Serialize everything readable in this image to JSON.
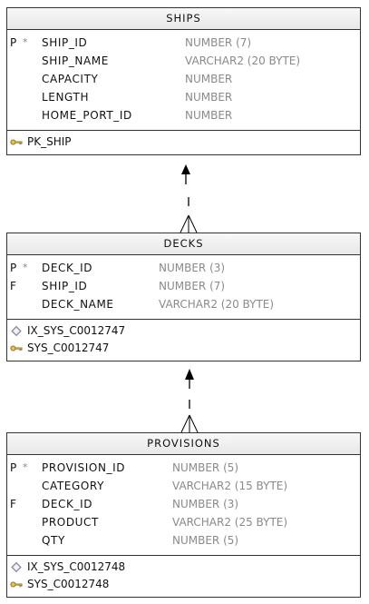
{
  "tables": [
    {
      "id": "ships",
      "name": "SHIPS",
      "columns": [
        {
          "key": "P",
          "mandatory": "*",
          "name": "SHIP_ID",
          "type": "NUMBER (7)"
        },
        {
          "key": "",
          "mandatory": "",
          "name": "SHIP_NAME",
          "type": "VARCHAR2 (20 BYTE)"
        },
        {
          "key": "",
          "mandatory": "",
          "name": "CAPACITY",
          "type": "NUMBER"
        },
        {
          "key": "",
          "mandatory": "",
          "name": "LENGTH",
          "type": "NUMBER"
        },
        {
          "key": "",
          "mandatory": "",
          "name": "HOME_PORT_ID",
          "type": "NUMBER"
        }
      ],
      "keys": [
        {
          "icon": "primary-key-icon",
          "name": "PK_SHIP"
        }
      ]
    },
    {
      "id": "decks",
      "name": "DECKS",
      "columns": [
        {
          "key": "P",
          "mandatory": "*",
          "name": "DECK_ID",
          "type": "NUMBER (3)"
        },
        {
          "key": "F",
          "mandatory": "",
          "name": "SHIP_ID",
          "type": "NUMBER (7)"
        },
        {
          "key": "",
          "mandatory": "",
          "name": "DECK_NAME",
          "type": "VARCHAR2 (20 BYTE)"
        }
      ],
      "keys": [
        {
          "icon": "index-icon",
          "name": "IX_SYS_C0012747"
        },
        {
          "icon": "primary-key-icon",
          "name": "SYS_C0012747"
        }
      ]
    },
    {
      "id": "provisions",
      "name": "PROVISIONS",
      "columns": [
        {
          "key": "P",
          "mandatory": "*",
          "name": "PROVISION_ID",
          "type": "NUMBER (5)"
        },
        {
          "key": "",
          "mandatory": "",
          "name": "CATEGORY",
          "type": "VARCHAR2 (15 BYTE)"
        },
        {
          "key": "F",
          "mandatory": "",
          "name": "DECK_ID",
          "type": "NUMBER (3)"
        },
        {
          "key": "",
          "mandatory": "",
          "name": "PRODUCT",
          "type": "VARCHAR2 (25 BYTE)"
        },
        {
          "key": "",
          "mandatory": "",
          "name": "QTY",
          "type": "NUMBER (5)"
        }
      ],
      "keys": [
        {
          "icon": "index-icon",
          "name": "IX_SYS_C0012748"
        },
        {
          "icon": "primary-key-icon",
          "name": "SYS_C0012748"
        }
      ]
    }
  ],
  "relationships": [
    {
      "from": "DECKS",
      "to": "SHIPS",
      "cardinality": "many-to-one"
    },
    {
      "from": "PROVISIONS",
      "to": "DECKS",
      "cardinality": "many-to-one"
    }
  ]
}
